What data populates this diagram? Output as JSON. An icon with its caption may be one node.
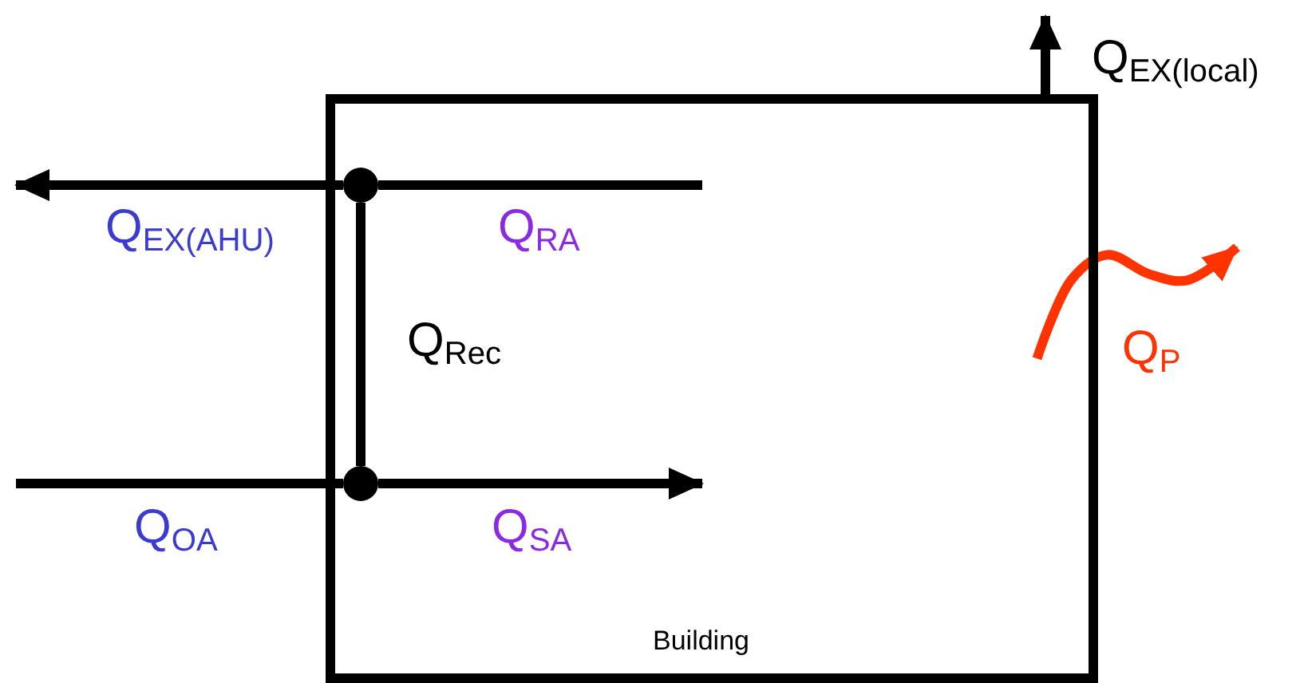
{
  "diagram": {
    "nodes": [
      {
        "text": [
          "Building"
        ]
      },
      {
        "text": [],
        "shape": "circle",
        "in": 0
      },
      {
        "text": [],
        "shape": "circle",
        "in": 0
      }
    ],
    "edges": [
      {
        "from": null,
        "to": 1,
        "arrow": "none",
        "label": "Q$_{RA}$"
      },
      {
        "from": 1,
        "to": null,
        "arrow": "to",
        "label": "Q$_{EX(AHU)}$"
      },
      {
        "from": 1,
        "to": 2,
        "arrow": "none",
        "label": "Q$_{Rec}$"
      },
      {
        "from": null,
        "to": 2,
        "arrow": "none",
        "label": "Q$_{OA}$"
      },
      {
        "from": 2,
        "to": null,
        "arrow": "to",
        "label": "Q$_{SA}$"
      },
      {
        "from": 0,
        "to": null,
        "arrow": "to",
        "label": "Q$_{EX(local)}$"
      },
      {
        "from": 0,
        "to": null,
        "arrow": "to",
        "label": "Q$_{P}$",
        "color": "#ff3300"
      }
    ]
  }
}
